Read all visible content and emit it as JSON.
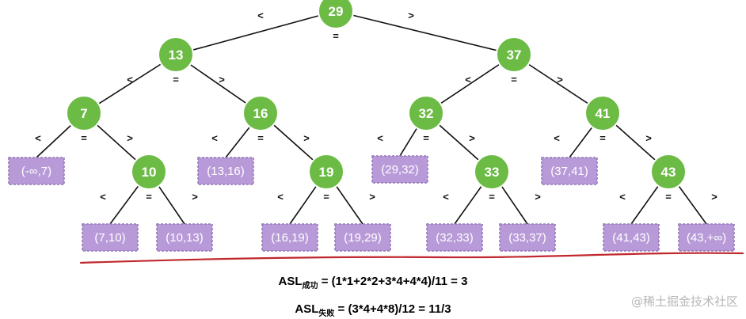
{
  "tree": {
    "nodes": [
      {
        "id": "n29",
        "label": "29"
      },
      {
        "id": "n13",
        "label": "13"
      },
      {
        "id": "n37",
        "label": "37"
      },
      {
        "id": "n7",
        "label": "7"
      },
      {
        "id": "n16",
        "label": "16"
      },
      {
        "id": "n32",
        "label": "32"
      },
      {
        "id": "n41",
        "label": "41"
      },
      {
        "id": "n10",
        "label": "10"
      },
      {
        "id": "n19",
        "label": "19"
      },
      {
        "id": "n33",
        "label": "33"
      },
      {
        "id": "n43",
        "label": "43"
      }
    ],
    "leaves": [
      {
        "id": "f1",
        "label": "(-∞,7)"
      },
      {
        "id": "f2",
        "label": "(7,10)"
      },
      {
        "id": "f3",
        "label": "(10,13)"
      },
      {
        "id": "f4",
        "label": "(13,16)"
      },
      {
        "id": "f5",
        "label": "(16,19)"
      },
      {
        "id": "f6",
        "label": "(19,29)"
      },
      {
        "id": "f7",
        "label": "(29,32)"
      },
      {
        "id": "f8",
        "label": "(32,33)"
      },
      {
        "id": "f9",
        "label": "(33,37)"
      },
      {
        "id": "f10",
        "label": "(37,41)"
      },
      {
        "id": "f11",
        "label": "(41,43)"
      },
      {
        "id": "f12",
        "label": "(43,+∞)"
      }
    ],
    "edges": [
      [
        "n29",
        "n13"
      ],
      [
        "n29",
        "n37"
      ],
      [
        "n13",
        "n7"
      ],
      [
        "n13",
        "n16"
      ],
      [
        "n37",
        "n32"
      ],
      [
        "n37",
        "n41"
      ],
      [
        "n7",
        "f1"
      ],
      [
        "n7",
        "n10"
      ],
      [
        "n10",
        "f2"
      ],
      [
        "n10",
        "f3"
      ],
      [
        "n16",
        "f4"
      ],
      [
        "n16",
        "n19"
      ],
      [
        "n19",
        "f5"
      ],
      [
        "n19",
        "f6"
      ],
      [
        "n32",
        "f7"
      ],
      [
        "n32",
        "n33"
      ],
      [
        "n33",
        "f8"
      ],
      [
        "n33",
        "f9"
      ],
      [
        "n41",
        "f10"
      ],
      [
        "n41",
        "n43"
      ],
      [
        "n43",
        "f11"
      ],
      [
        "n43",
        "f12"
      ]
    ],
    "symbols": {
      "less": "<",
      "greater": ">",
      "equal": "="
    },
    "colors": {
      "node_fill": "#6cbb45",
      "node_stroke": "#ffffff",
      "leaf_fill": "#b89ad8",
      "leaf_stroke": "#9477b8",
      "underline": "#c0282d",
      "edge": "#111111"
    }
  },
  "formulas": {
    "success": {
      "lhs": "ASL",
      "sub": "成功",
      "rhs": " = (1*1+2*2+3*4+4*4)/11 = 3"
    },
    "fail": {
      "lhs": "ASL",
      "sub": "失败",
      "rhs": " = (3*4+4*8)/12 = 11/3"
    }
  },
  "watermark": "@稀土掘金技术社区"
}
